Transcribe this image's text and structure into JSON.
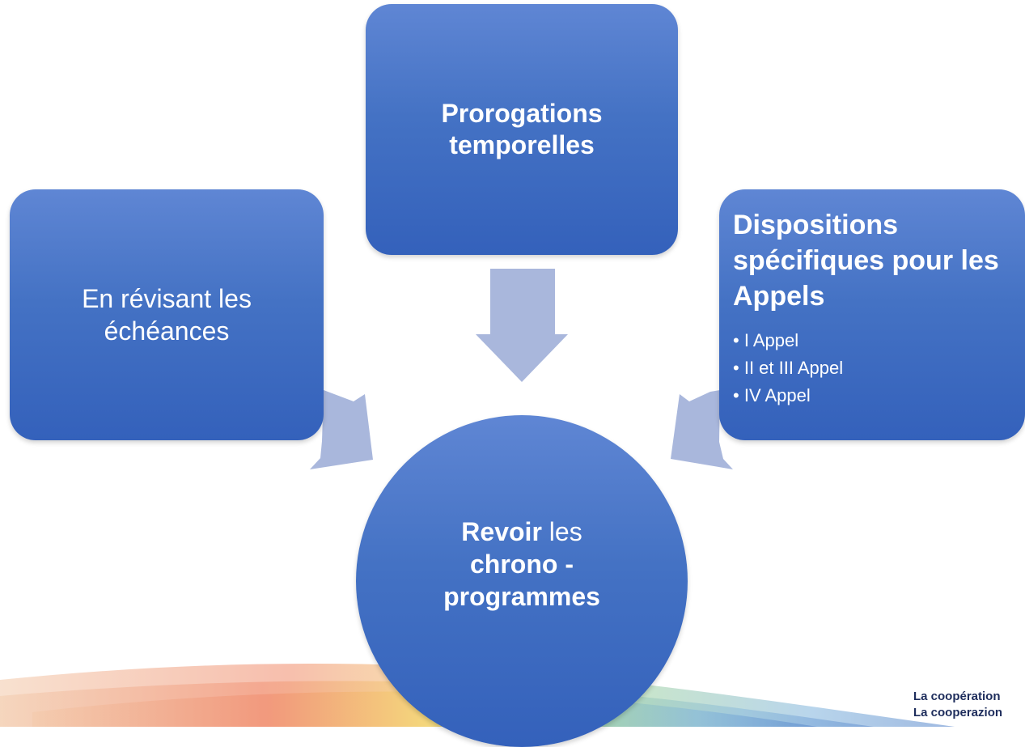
{
  "diagram": {
    "top_box": {
      "line1": "Prorogations",
      "line2": "temporelles"
    },
    "left_box": {
      "line1": "En révisant les",
      "line2": "échéances"
    },
    "right_box": {
      "title_line1": "Dispositions",
      "title_line2": "spécifiques pour les",
      "title_line3": "Appels",
      "bullets": [
        "I Appel",
        "II et III Appel",
        "IV Appel"
      ]
    },
    "center_circle": {
      "word1_bold": "Revoir",
      "word2": " les",
      "line2": "chrono -",
      "line3": "programmes"
    }
  },
  "footer": {
    "line1": "La coopération",
    "line2": "La cooperazion"
  },
  "colors": {
    "box_fill": "#4472c4",
    "arrow_fill": "#a9b7dc",
    "text": "#ffffff",
    "footer_text": "#1e2d5c"
  }
}
